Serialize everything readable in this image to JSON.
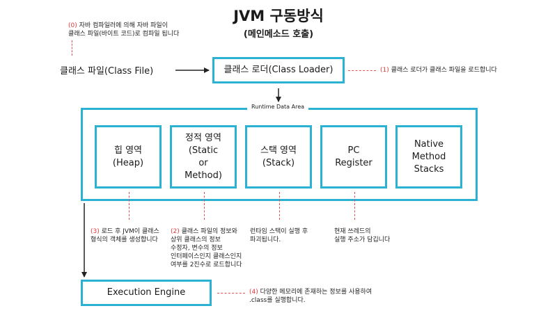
{
  "header": {
    "title": "JVM 구동방식",
    "subtitle": "(메인메소드 호출)"
  },
  "notes": {
    "n0": {
      "num": "(0)",
      "line1": " 자바 컴파일러에 의해 자바 파일이",
      "line2": "클래스 파일(바이트 코드)로 컴파일 됩니다"
    },
    "n1": {
      "num": "(1)",
      "text": " 클래스 로더가 클래스 파일을 로드합니다"
    },
    "n2": {
      "num": "(2)",
      "line1": " 클래스 파일의 정보와",
      "line2": "상위 클래스의 정보",
      "line3": "수정자, 변수의 정보",
      "line4": "인터페이스인지 클래스인지",
      "line5": "여부를 2진수로 로드합니다"
    },
    "n3": {
      "num": "(3)",
      "line1": " 로드 후 JVM이 클래스",
      "line2": "형식의 객체를 생성합니다"
    },
    "stack": {
      "line1": "런타임 스택이 실행 후",
      "line2": "파괴됩니다."
    },
    "pc": {
      "line1": "현재 쓰레드의",
      "line2": "실행 주소가 담깁니다"
    },
    "n4": {
      "num": "(4)",
      "line1": " 다양한 메모리에 존재하는 정보를 사용하여",
      "line2": ".class를 실행합니다."
    }
  },
  "flow": {
    "class_file": "클래스 파일(Class File)",
    "class_loader": "클래스 로더(Class Loader)",
    "runtime_area": "Runtime Data Area",
    "execution_engine": "Execution Engine"
  },
  "areas": {
    "heap": [
      "힙 영역",
      "(Heap)"
    ],
    "static": [
      "정적 영역",
      "(Static",
      "or",
      "Method)"
    ],
    "stack": [
      "스택 영역",
      "(Stack)"
    ],
    "pc": [
      "PC",
      "Register"
    ],
    "native": [
      "Native",
      "Method",
      "Stacks"
    ]
  },
  "colors": {
    "box_border": "#2bb2d2",
    "note_number": "#e03a3a",
    "connector": "#e05050"
  }
}
